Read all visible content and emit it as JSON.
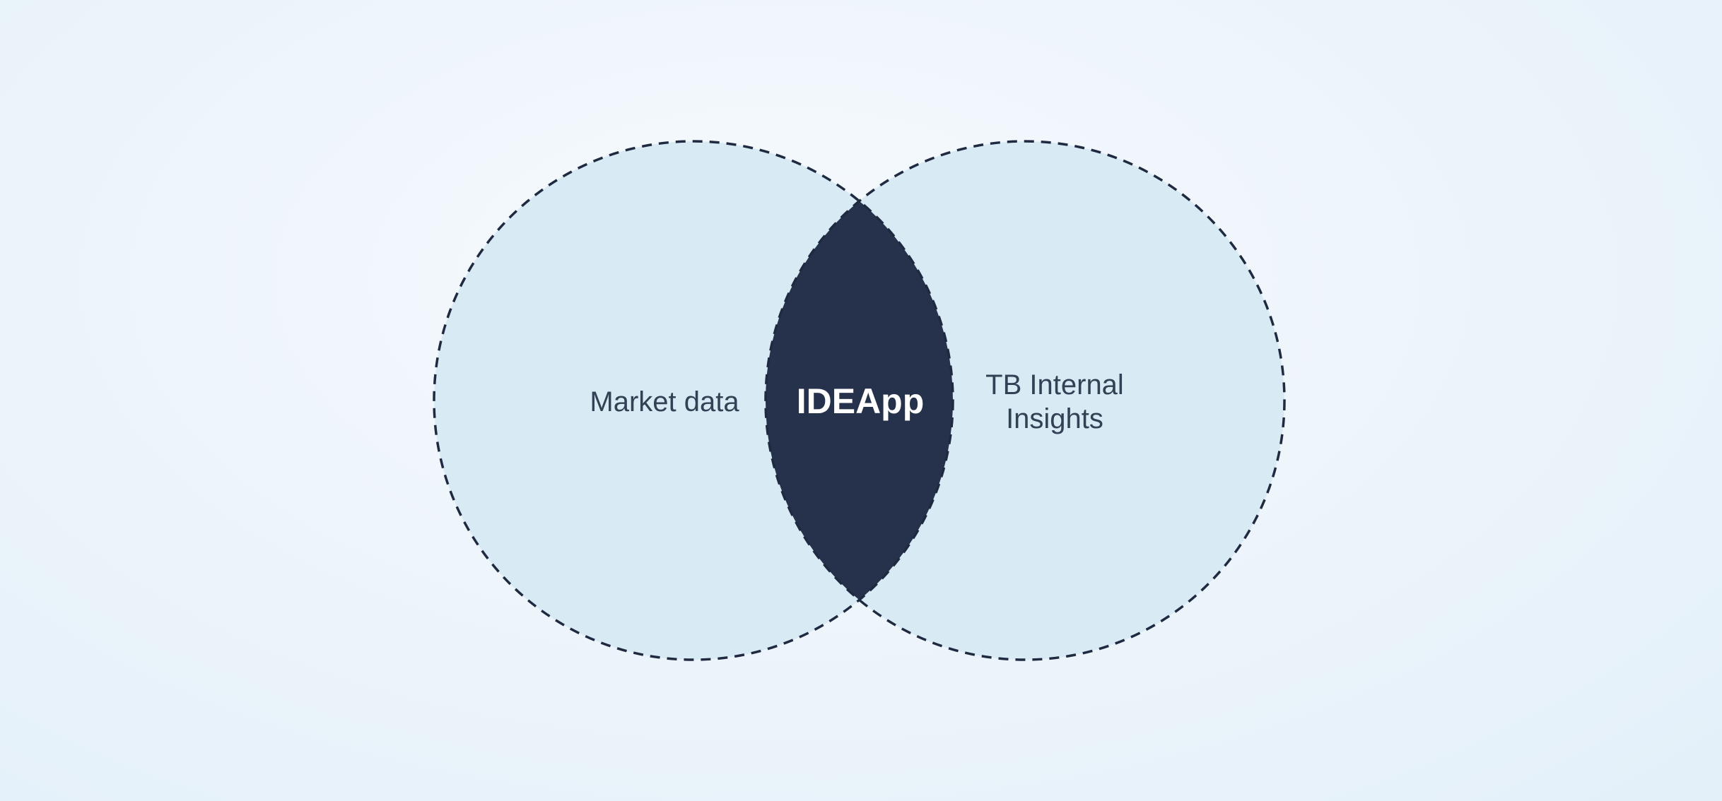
{
  "diagram": {
    "type": "venn",
    "sets": [
      {
        "label": "Market data"
      },
      {
        "label_lines": [
          "TB Internal",
          "Insights"
        ]
      }
    ],
    "intersection": {
      "label": "IDEApp"
    },
    "colors": {
      "circle_fill": "#d8eaf4",
      "circle_stroke": "#1f2a40",
      "intersection_fill": "#26324b",
      "label_text": "#334155",
      "intersection_text": "#ffffff"
    }
  }
}
